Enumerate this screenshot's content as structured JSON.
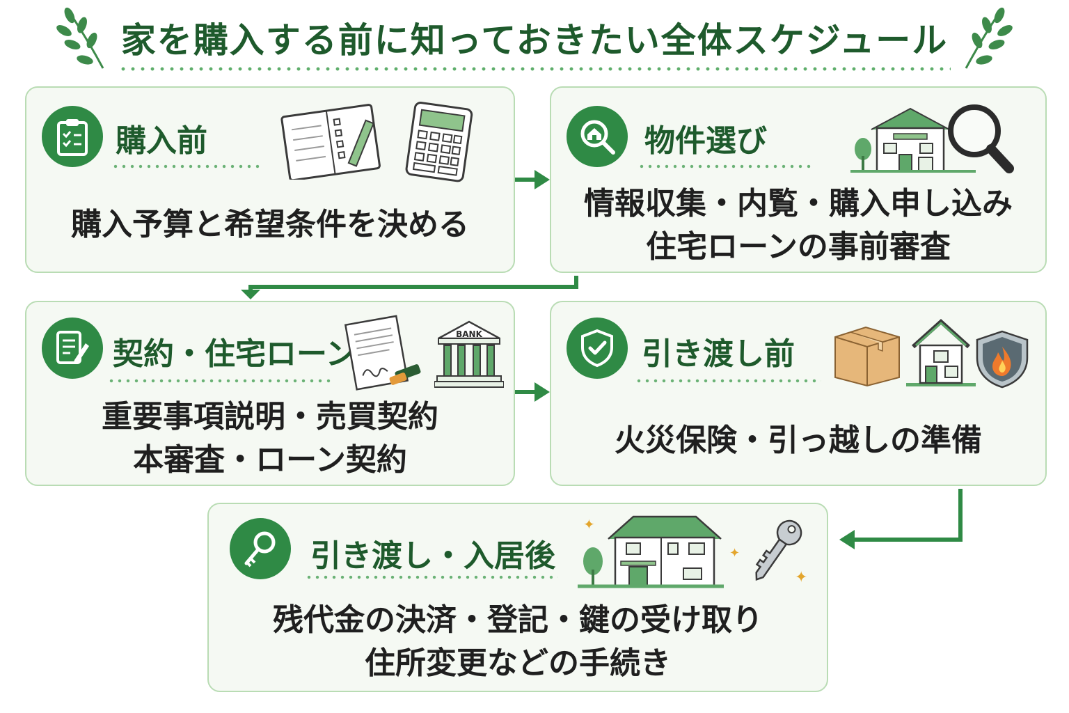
{
  "title": "家を購入する前に知っておきたい全体スケジュール",
  "colors": {
    "accent": "#2f8a45",
    "title": "#1e5a2c",
    "card_bg": "#f5f9f3",
    "card_border": "#b9dcb4"
  },
  "steps": [
    {
      "title": "購入前",
      "desc": [
        "購入予算と希望条件を決める"
      ],
      "icon": "clipboard-checklist-icon",
      "illustrations": [
        "notebook-pen-icon",
        "calculator-icon"
      ]
    },
    {
      "title": "物件選び",
      "desc": [
        "情報収集・内覧・購入申し込み",
        "住宅ローンの事前審査"
      ],
      "icon": "house-search-icon",
      "illustrations": [
        "house-magnifier-icon"
      ]
    },
    {
      "title": "契約・住宅ローン",
      "desc": [
        "重要事項説明・売買契約",
        "本審査・ローン契約"
      ],
      "icon": "document-pen-icon",
      "illustrations": [
        "contract-stamp-icon",
        "bank-icon"
      ],
      "bank_label": "BANK"
    },
    {
      "title": "引き渡し前",
      "desc": [
        "火災保険・引っ越しの準備"
      ],
      "icon": "shield-check-icon",
      "illustrations": [
        "cardboard-box-icon",
        "house-icon",
        "fire-shield-icon"
      ]
    },
    {
      "title": "引き渡し・入居後",
      "desc": [
        "残代金の決済・登記・鍵の受け取り",
        "住所変更などの手続き"
      ],
      "icon": "key-icon",
      "illustrations": [
        "house-tree-icon",
        "house-key-icon"
      ]
    }
  ]
}
